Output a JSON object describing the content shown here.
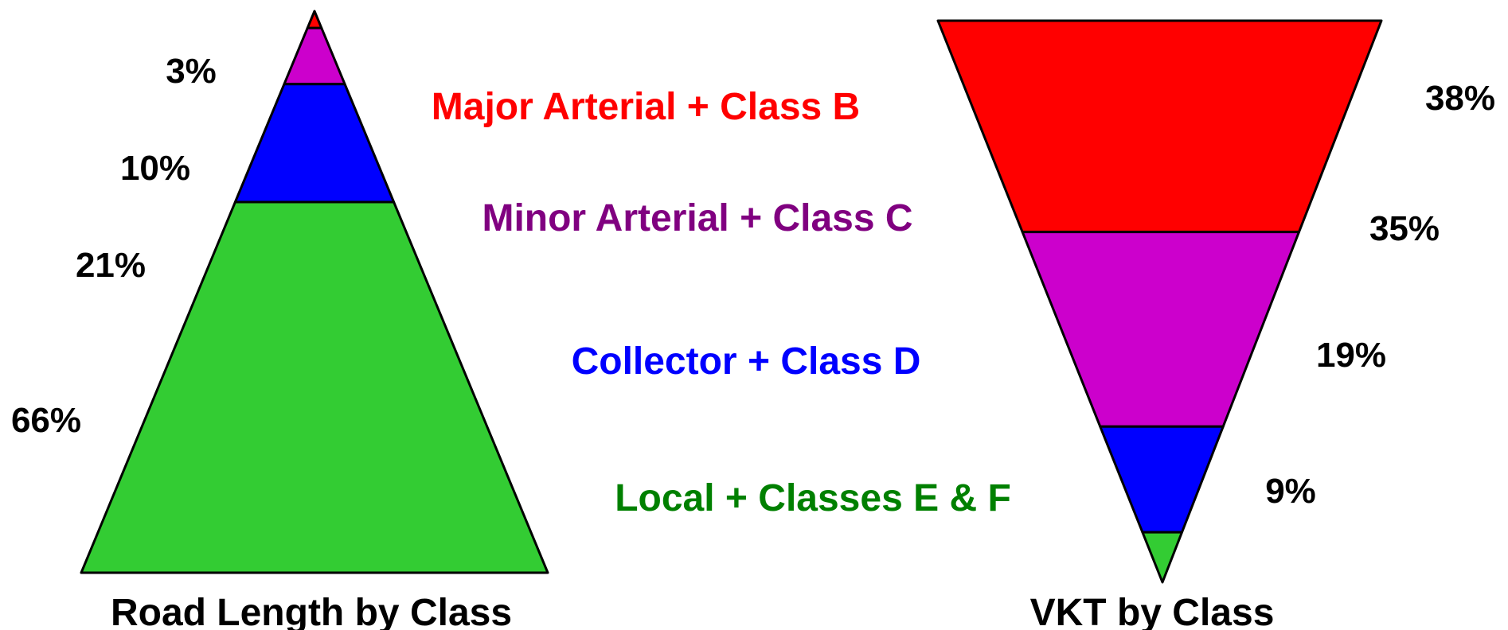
{
  "chart_data": [
    {
      "type": "pyramid",
      "orientation": "upright",
      "title": "Road Length by Class",
      "segments": [
        {
          "label": "Major Arterial + Class B",
          "value": 3,
          "value_label": "3%"
        },
        {
          "label": "Minor Arterial + Class C",
          "value": 10,
          "value_label": "10%"
        },
        {
          "label": "Collector + Class D",
          "value": 21,
          "value_label": "21%"
        },
        {
          "label": "Local + Classes E & F",
          "value": 66,
          "value_label": "66%"
        }
      ]
    },
    {
      "type": "pyramid",
      "orientation": "inverted",
      "title": "VKT by Class",
      "segments": [
        {
          "label": "Major Arterial + Class B",
          "value": 38,
          "value_label": "38%"
        },
        {
          "label": "Minor Arterial + Class C",
          "value": 35,
          "value_label": "35%"
        },
        {
          "label": "Collector + Class D",
          "value": 19,
          "value_label": "19%"
        },
        {
          "label": "Local + Classes E & F",
          "value": 9,
          "value_label": "9%"
        }
      ]
    }
  ],
  "legend": [
    {
      "label": "Major Arterial + Class B",
      "color": "#ff0000"
    },
    {
      "label": "Minor Arterial + Class C",
      "color": "#800080"
    },
    {
      "label": "Collector + Class D",
      "color": "#0000ff"
    },
    {
      "label": "Local + Classes E & F",
      "color": "#008000"
    }
  ],
  "fill_colors": [
    "#ff0000",
    "#cc00cc",
    "#0000ff",
    "#33cc33"
  ]
}
